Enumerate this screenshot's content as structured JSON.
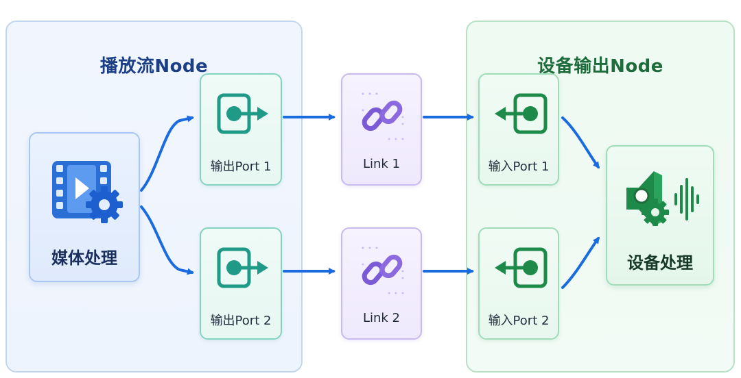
{
  "groups": {
    "left_title": "播放流Node",
    "right_title": "设备输出Node"
  },
  "media": {
    "label": "媒体处理",
    "icon": "video-settings-icon"
  },
  "out_ports": [
    {
      "label": "输出Port 1",
      "icon": "port-out-icon"
    },
    {
      "label": "输出Port 2",
      "icon": "port-out-icon"
    }
  ],
  "links": [
    {
      "label": "Link 1",
      "icon": "chain-link-icon"
    },
    {
      "label": "Link 2",
      "icon": "chain-link-icon"
    }
  ],
  "in_ports": [
    {
      "label": "输入Port 1",
      "icon": "port-in-icon"
    },
    {
      "label": "输入Port 2",
      "icon": "port-in-icon"
    }
  ],
  "device": {
    "label": "设备处理",
    "icon": "speaker-settings-icon"
  },
  "colors": {
    "arrow": "#1a6be0",
    "teal": "#1f9a86",
    "purple": "#7b5ad6",
    "green": "#1e8a4a",
    "blue": "#1e5fd0"
  }
}
